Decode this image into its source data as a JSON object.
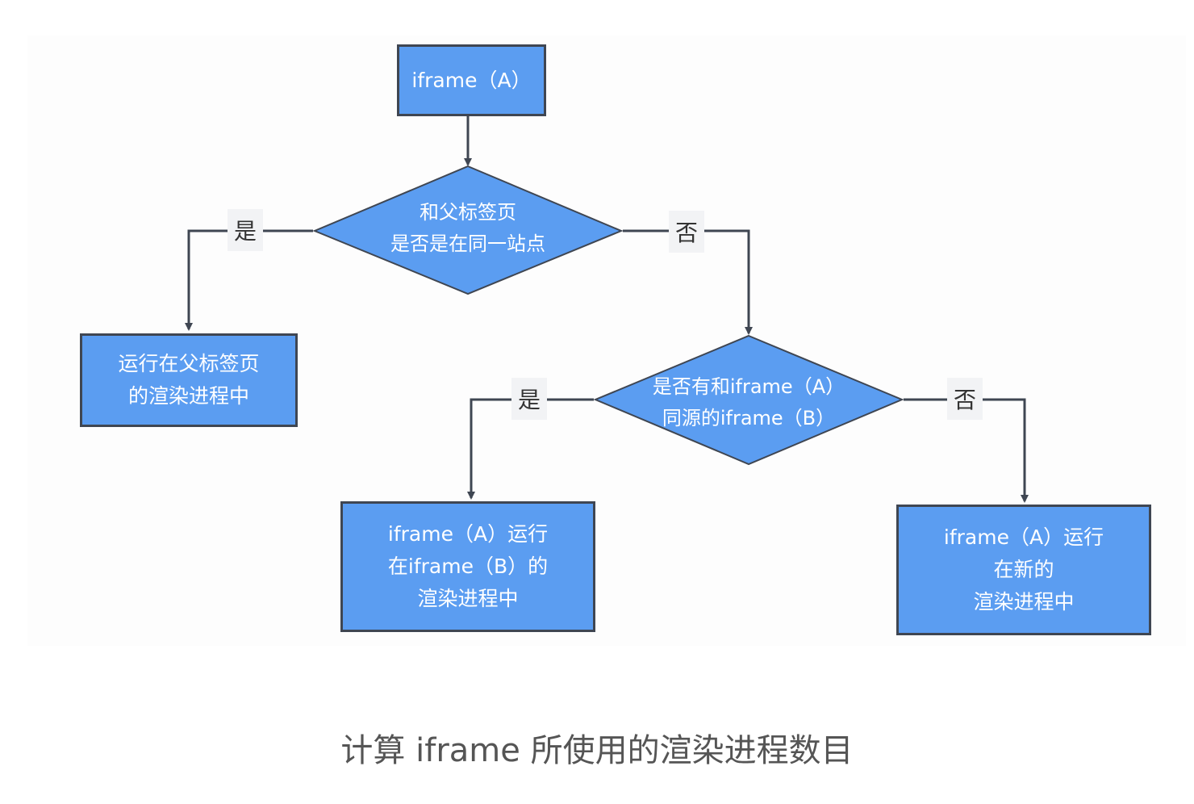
{
  "nodes": {
    "start": [
      "iframe（A）"
    ],
    "decision1": [
      "和父标签页",
      "是否是在同一站点"
    ],
    "parent_process": [
      "运行在父标签页",
      "的渲染进程中"
    ],
    "decision2": [
      "是否有和iframe（A）",
      "同源的iframe（B）"
    ],
    "same_origin_process": [
      "iframe（A）运行",
      "在iframe（B）的",
      "渲染进程中"
    ],
    "new_process": [
      "iframe（A）运行",
      "在新的",
      "渲染进程中"
    ]
  },
  "edges": {
    "d1_yes": "是",
    "d1_no": "否",
    "d2_yes": "是",
    "d2_no": "否"
  },
  "caption": "计算 iframe 所使用的渲染进程数目",
  "colors": {
    "node_fill": "#5b9df1",
    "node_stroke": "#3f4652",
    "connector": "#3f4652",
    "label_bg": "#f2f3f5"
  }
}
